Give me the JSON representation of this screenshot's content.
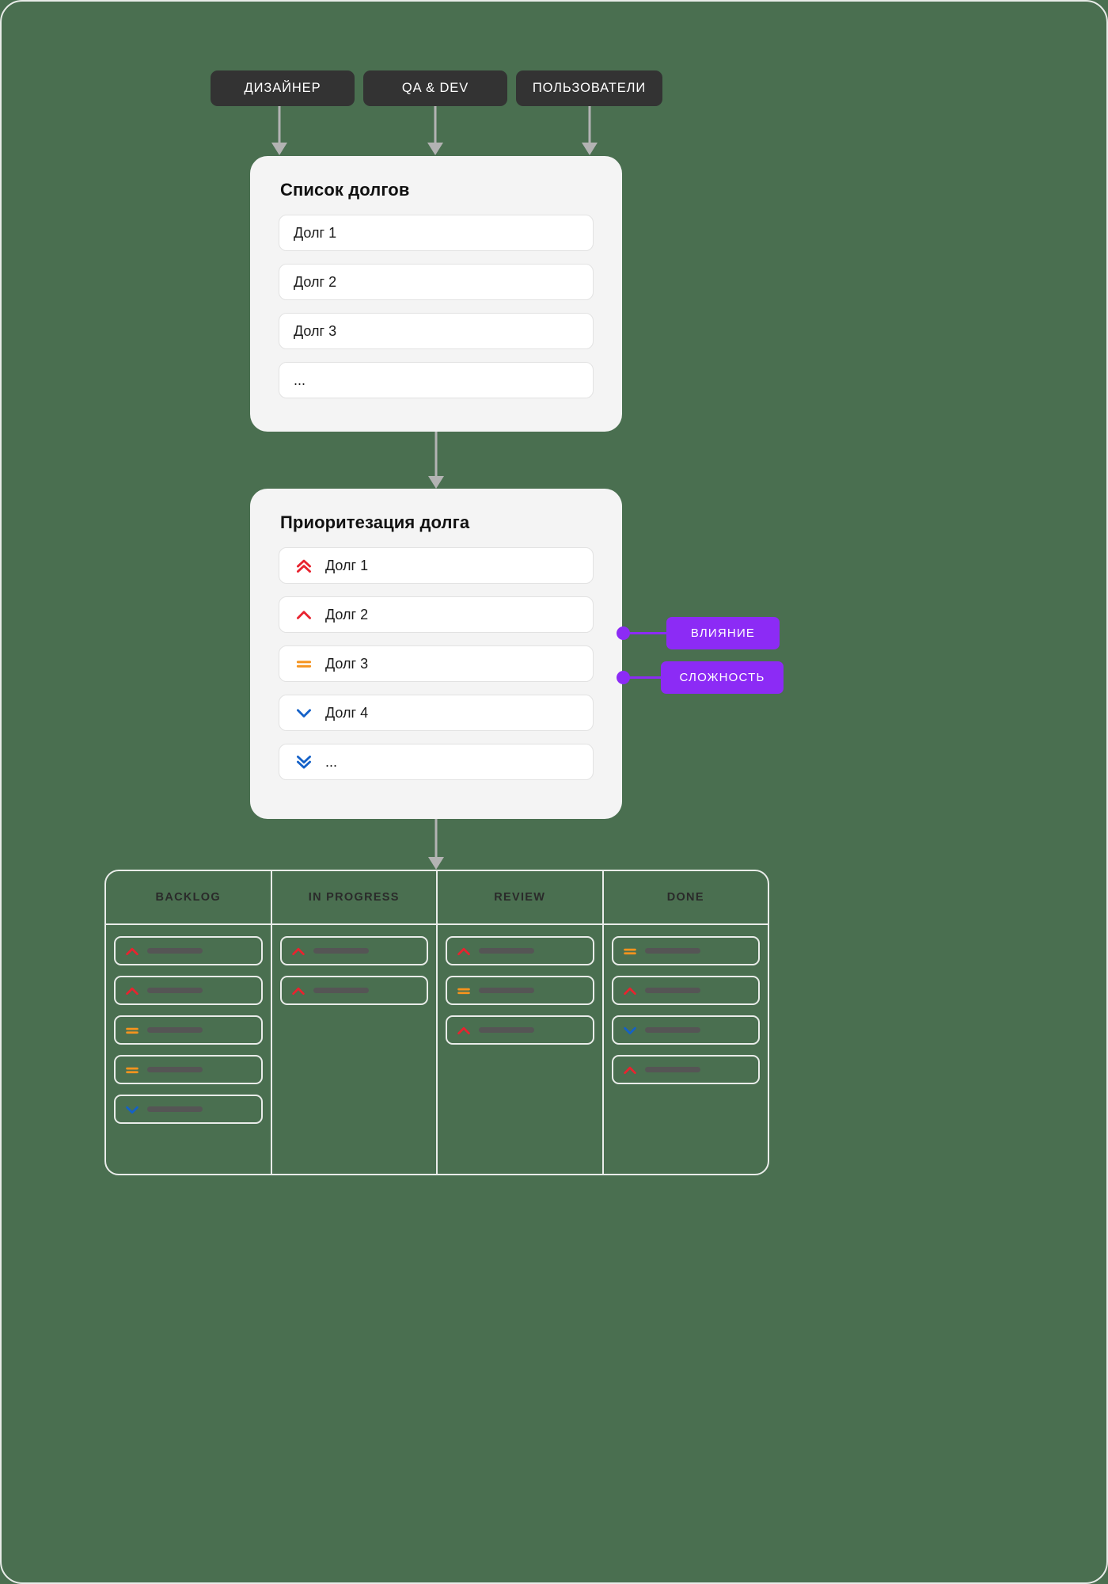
{
  "background_color": "#4a6f50",
  "accent_colors": {
    "chip_bg": "#333333",
    "panel_bg": "#f4f4f4",
    "tag_purple": "#8c2bf5",
    "priority_high": "#e8232f",
    "priority_medium": "#f5931e",
    "priority_low": "#1461c8",
    "arrow_gray": "#b3b3b3",
    "border_light": "#e9ece9"
  },
  "sources": [
    {
      "label": "ДИЗАЙНЕР",
      "icon": "arrow-down-icon"
    },
    {
      "label": "QA & DEV",
      "icon": "arrow-down-icon"
    },
    {
      "label": "ПОЛЬЗОВАТЕЛИ",
      "icon": "arrow-down-icon"
    }
  ],
  "debt_list": {
    "title": "Список долгов",
    "items": [
      {
        "label": "Долг 1"
      },
      {
        "label": "Долг 2"
      },
      {
        "label": "Долг 3"
      },
      {
        "label": "..."
      }
    ]
  },
  "prioritization": {
    "title": "Приоритезация долга",
    "items": [
      {
        "label": "Долг 1",
        "priority": "highest",
        "icon": "chevron-double-up-icon",
        "color": "#e8232f"
      },
      {
        "label": "Долг 2",
        "priority": "high",
        "icon": "chevron-up-icon",
        "color": "#e8232f"
      },
      {
        "label": "Долг 3",
        "priority": "medium",
        "icon": "equals-icon",
        "color": "#f5931e"
      },
      {
        "label": "Долг 4",
        "priority": "low",
        "icon": "chevron-down-icon",
        "color": "#1461c8"
      },
      {
        "label": "...",
        "priority": "lowest",
        "icon": "chevron-double-down-icon",
        "color": "#1461c8"
      }
    ],
    "criteria": [
      {
        "label": "ВЛИЯНИЕ"
      },
      {
        "label": "СЛОЖНОСТЬ"
      }
    ]
  },
  "board": {
    "columns": [
      {
        "title": "BACKLOG",
        "cards": [
          {
            "priority": "high",
            "icon": "chevron-up-icon",
            "color": "#e8232f"
          },
          {
            "priority": "high",
            "icon": "chevron-up-icon",
            "color": "#e8232f"
          },
          {
            "priority": "medium",
            "icon": "equals-icon",
            "color": "#f5931e"
          },
          {
            "priority": "medium",
            "icon": "equals-icon",
            "color": "#f5931e"
          },
          {
            "priority": "low",
            "icon": "chevron-down-icon",
            "color": "#1461c8"
          }
        ]
      },
      {
        "title": "IN PROGRESS",
        "cards": [
          {
            "priority": "high",
            "icon": "chevron-up-icon",
            "color": "#e8232f"
          },
          {
            "priority": "high",
            "icon": "chevron-up-icon",
            "color": "#e8232f"
          }
        ]
      },
      {
        "title": "REVIEW",
        "cards": [
          {
            "priority": "high",
            "icon": "chevron-up-icon",
            "color": "#e8232f"
          },
          {
            "priority": "medium",
            "icon": "equals-icon",
            "color": "#f5931e"
          },
          {
            "priority": "high",
            "icon": "chevron-up-icon",
            "color": "#e8232f"
          }
        ]
      },
      {
        "title": "DONE",
        "cards": [
          {
            "priority": "medium",
            "icon": "equals-icon",
            "color": "#f5931e"
          },
          {
            "priority": "high",
            "icon": "chevron-up-icon",
            "color": "#e8232f"
          },
          {
            "priority": "low",
            "icon": "chevron-down-icon",
            "color": "#1461c8"
          },
          {
            "priority": "high",
            "icon": "chevron-up-icon",
            "color": "#e8232f"
          }
        ]
      }
    ]
  }
}
